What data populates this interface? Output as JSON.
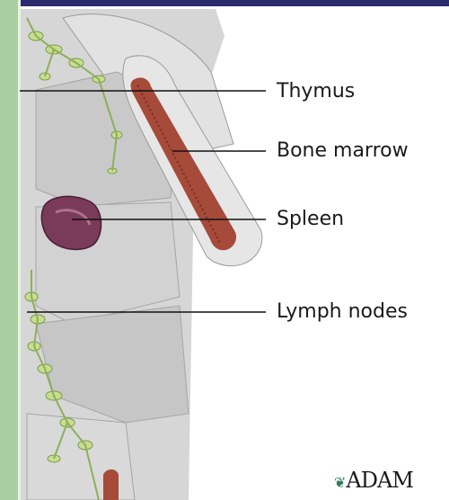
{
  "labels": {
    "thymus": "Thymus",
    "bone_marrow": "Bone marrow",
    "spleen": "Spleen",
    "lymph_nodes": "Lymph nodes"
  },
  "logo": {
    "text": "ADAM",
    "icon": "leaf-icon"
  },
  "colors": {
    "top_bar": "#2a2a6e",
    "left_border": "#a9cfa0",
    "bone_marrow": "#a64a3a",
    "spleen": "#7a3a5a",
    "lymph_node": "#c7de8f",
    "body_tissue": "#cfcfcf",
    "leader_line": "#111111"
  }
}
